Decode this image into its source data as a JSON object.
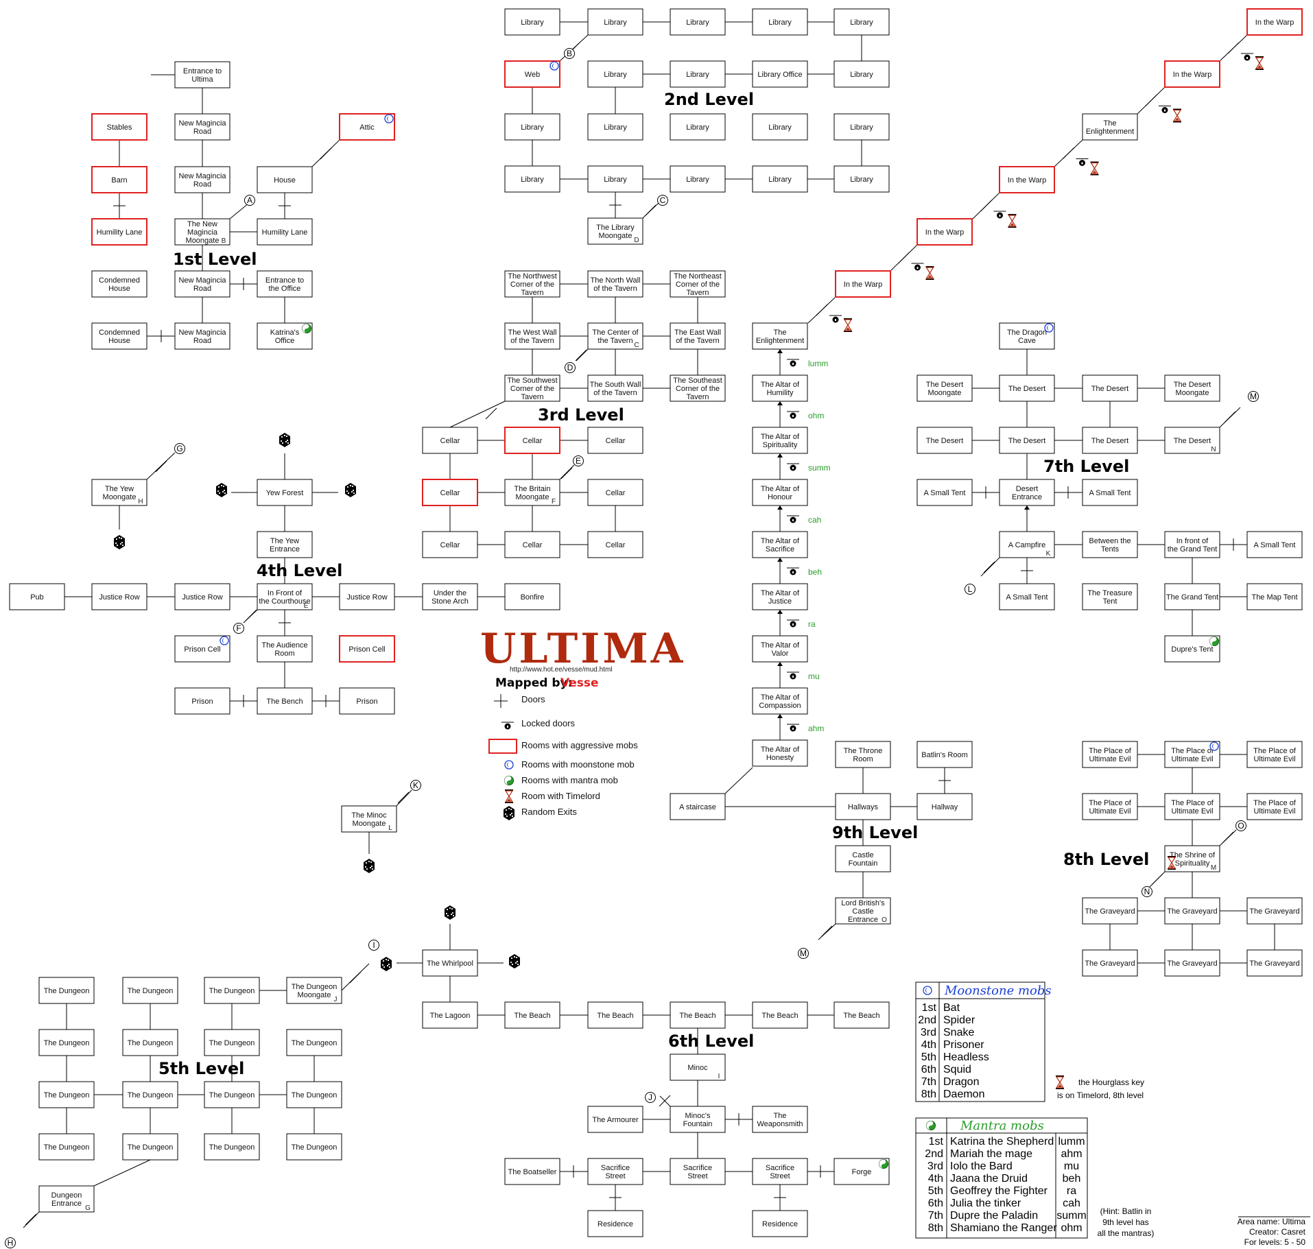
{
  "colors": {
    "room_border": "#000000",
    "aggressive_border": "#e02020",
    "moonstone": "#1a3fd6",
    "mantra": "#2a9d2a",
    "timelord": "#b02a0e",
    "logo": "#b02a0e"
  },
  "title_logo": "ULTIMA",
  "url": "http://www.hot.ee/vesse/mud.html",
  "mapped_by_label": "Mapped by:",
  "mapped_by_name": "Vesse",
  "legend": [
    {
      "icon": "door-icon",
      "label": "Doors"
    },
    {
      "icon": "locked-door-icon",
      "label": "Locked doors"
    },
    {
      "icon": "aggressive-room-icon",
      "label": "Rooms with aggressive mobs"
    },
    {
      "icon": "moonstone-icon",
      "label": "Rooms with moonstone mob"
    },
    {
      "icon": "mantra-icon",
      "label": "Rooms with mantra mob"
    },
    {
      "icon": "timelord-icon",
      "label": "Room with Timelord"
    },
    {
      "icon": "dice-icon",
      "label": "Random Exits"
    }
  ],
  "levels": [
    "1st Level",
    "2nd Level",
    "3rd Level",
    "4th Level",
    "5th Level",
    "6th Level",
    "7th Level",
    "8th Level",
    "9th Level"
  ],
  "moonstone_table": {
    "title": "Moonstone mobs",
    "rows": [
      {
        "level": "1st",
        "mob": "Bat"
      },
      {
        "level": "2nd",
        "mob": "Spider"
      },
      {
        "level": "3rd",
        "mob": "Snake"
      },
      {
        "level": "4th",
        "mob": "Prisoner"
      },
      {
        "level": "5th",
        "mob": "Headless"
      },
      {
        "level": "6th",
        "mob": "Squid"
      },
      {
        "level": "7th",
        "mob": "Dragon"
      },
      {
        "level": "8th",
        "mob": "Daemon"
      }
    ]
  },
  "mantra_table": {
    "title": "Mantra mobs",
    "rows": [
      {
        "level": "1st",
        "mob": "Katrina the Shepherd",
        "mantra": "lumm"
      },
      {
        "level": "2nd",
        "mob": "Mariah the mage",
        "mantra": "ahm"
      },
      {
        "level": "3rd",
        "mob": "Iolo the Bard",
        "mantra": "mu"
      },
      {
        "level": "4th",
        "mob": "Jaana the Druid",
        "mantra": "beh"
      },
      {
        "level": "5th",
        "mob": "Geoffrey the Fighter",
        "mantra": "ra"
      },
      {
        "level": "6th",
        "mob": "Julia the tinker",
        "mantra": "cah"
      },
      {
        "level": "7th",
        "mob": "Dupre the Paladin",
        "mantra": "summ"
      },
      {
        "level": "8th",
        "mob": "Shamiano the Ranger",
        "mantra": "ohm"
      }
    ]
  },
  "hourglass_note": [
    "the Hourglass key",
    "is on Timelord, 8th level"
  ],
  "hint": [
    "(Hint: Batlin in",
    "9th level has",
    "all the mantras)"
  ],
  "area_info": [
    "Area name:  Ultima",
    "Creator:  Casret",
    "For levels: 5 - 50"
  ],
  "mantras_vertical": [
    "lumm",
    "ohm",
    "summ",
    "cah",
    "beh",
    "ra",
    "mu",
    "ahm"
  ],
  "rooms": [
    {
      "name": "Entrance to Ultima"
    },
    {
      "name": "New Magincia Road"
    },
    {
      "name": "New Magincia Road"
    },
    {
      "name": "The New Magincia Moongate"
    },
    {
      "name": "Stables"
    },
    {
      "name": "Barn"
    },
    {
      "name": "Humility Lane"
    },
    {
      "name": "House"
    },
    {
      "name": "Attic"
    },
    {
      "name": "Humility Lane"
    },
    {
      "name": "Condemned House"
    },
    {
      "name": "Condemned House"
    },
    {
      "name": "New Magincia Road"
    },
    {
      "name": "New Magincia Road"
    },
    {
      "name": "Entrance to the Office"
    },
    {
      "name": "Katrina's Office"
    },
    {
      "name": "Library"
    },
    {
      "name": "Web"
    },
    {
      "name": "Library Office"
    },
    {
      "name": "The Library Moongate"
    },
    {
      "name": "The Northwest Corner of the Tavern"
    },
    {
      "name": "The North Wall of the Tavern"
    },
    {
      "name": "The Northeast Corner of the Tavern"
    },
    {
      "name": "The West Wall of the Tavern"
    },
    {
      "name": "The Center of the Tavern"
    },
    {
      "name": "The East Wall of the Tavern"
    },
    {
      "name": "The Southwest Corner of the Tavern"
    },
    {
      "name": "The South Wall of the Tavern"
    },
    {
      "name": "The Southeast Corner of the Tavern"
    },
    {
      "name": "Cellar"
    },
    {
      "name": "The Britain Moongate"
    },
    {
      "name": "The Yew Moongate"
    },
    {
      "name": "Yew Forest"
    },
    {
      "name": "The Yew Entrance"
    },
    {
      "name": "Pub"
    },
    {
      "name": "Justice Row"
    },
    {
      "name": "In Front of the Courthouse"
    },
    {
      "name": "Under the Stone Arch"
    },
    {
      "name": "Bonfire"
    },
    {
      "name": "Prison Cell"
    },
    {
      "name": "The Audience Room"
    },
    {
      "name": "Prison"
    },
    {
      "name": "The Bench"
    },
    {
      "name": "The Minoc Moongate"
    },
    {
      "name": "The Dungeon"
    },
    {
      "name": "The Dungeon Moongate"
    },
    {
      "name": "Dungeon Entrance"
    },
    {
      "name": "The Whirlpool"
    },
    {
      "name": "The Lagoon"
    },
    {
      "name": "The Beach"
    },
    {
      "name": "Minoc"
    },
    {
      "name": "Minoc's Fountain"
    },
    {
      "name": "The Armourer"
    },
    {
      "name": "The Weaponsmith"
    },
    {
      "name": "The Boatseller"
    },
    {
      "name": "Sacrifice Street"
    },
    {
      "name": "Forge"
    },
    {
      "name": "Residence"
    },
    {
      "name": "In the Warp"
    },
    {
      "name": "The Enlightenment"
    },
    {
      "name": "The Altar of Humility"
    },
    {
      "name": "The Altar of Spirituality"
    },
    {
      "name": "The Altar of Honour"
    },
    {
      "name": "The Altar of Sacrifice"
    },
    {
      "name": "The Altar of Justice"
    },
    {
      "name": "The Altar of Valor"
    },
    {
      "name": "The Altar of Compassion"
    },
    {
      "name": "The Altar of Honesty"
    },
    {
      "name": "A staircase"
    },
    {
      "name": "The Throne Room"
    },
    {
      "name": "Hallways"
    },
    {
      "name": "Batlin's Room"
    },
    {
      "name": "Hallway"
    },
    {
      "name": "Castle Fountain"
    },
    {
      "name": "Lord British's Castle Entrance"
    },
    {
      "name": "The Dragon Cave"
    },
    {
      "name": "The Desert Moongate"
    },
    {
      "name": "The Desert"
    },
    {
      "name": "A Small Tent"
    },
    {
      "name": "Desert Entrance"
    },
    {
      "name": "A Campfire"
    },
    {
      "name": "Between the Tents"
    },
    {
      "name": "In front of the Grand Tent"
    },
    {
      "name": "The Treasure Tent"
    },
    {
      "name": "The Grand Tent"
    },
    {
      "name": "The Map Tent"
    },
    {
      "name": "Dupre's Tent"
    },
    {
      "name": "The Place of Ultimate Evil"
    },
    {
      "name": "The Shrine of Spirituality"
    },
    {
      "name": "The Graveyard"
    }
  ]
}
